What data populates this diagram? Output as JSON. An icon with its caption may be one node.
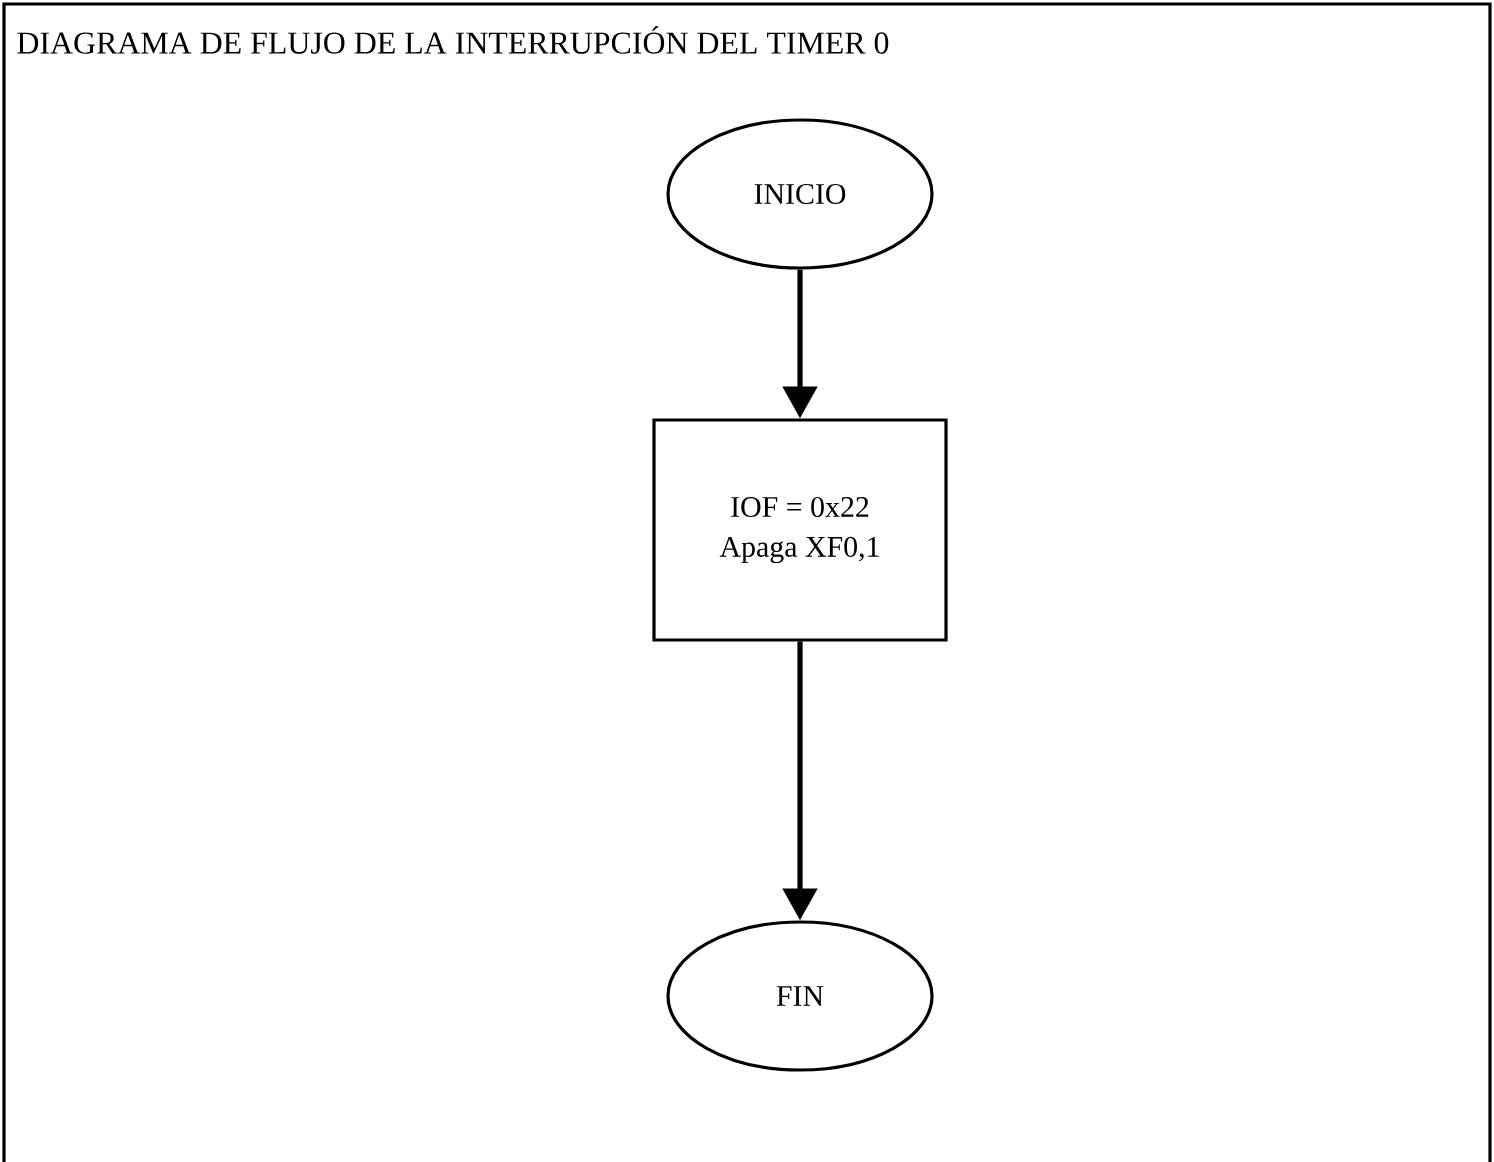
{
  "diagram": {
    "title": "DIAGRAMA DE FLUJO DE LA INTERRUPCIÓN DEL TIMER 0",
    "nodes": [
      {
        "text": [
          "INICIO"
        ]
      },
      {
        "text": [
          "IOF = 0x22",
          "Apaga XF0,1"
        ]
      },
      {
        "text": [
          "FIN"
        ]
      }
    ],
    "edges": [
      {
        "from": 0,
        "to": 1,
        "arrow": "to"
      },
      {
        "from": 1,
        "to": 2,
        "arrow": "to"
      }
    ]
  }
}
